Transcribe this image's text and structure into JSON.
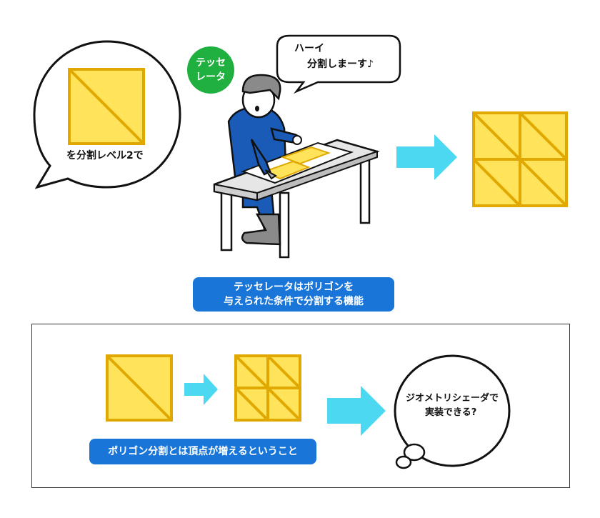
{
  "top": {
    "left_bubble": {
      "text": "を分割レベル2で"
    },
    "speech_bubble": {
      "line1": "ハーイ",
      "line2": "分割しまーす♪"
    },
    "badge": {
      "line1": "テッセ",
      "line2": "レータ",
      "color": "#20b040"
    },
    "banner": {
      "line1": "テッセレータはポリゴンを",
      "line2": "与えられた条件で分割する機能",
      "color": "#1a75d9"
    }
  },
  "bottom": {
    "banner": {
      "text": "ポリゴン分割とは頂点が増えるということ"
    },
    "thought_bubble": {
      "line1": "ジオメトリシェーダで",
      "line2": "実装できる?"
    }
  },
  "colors": {
    "polygon_fill": "#ffe35a",
    "polygon_stroke": "#e0a800",
    "arrow": "#4dd8f2",
    "figure_suit": "#1a5bb8",
    "figure_hair": "#8a8a8a"
  }
}
